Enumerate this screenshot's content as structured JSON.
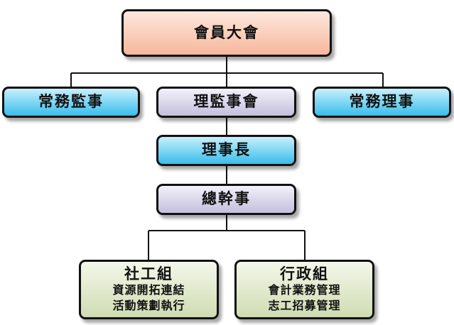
{
  "diagram": {
    "nodes": [
      {
        "id": "assembly",
        "title": "會員大會",
        "style": "peach"
      },
      {
        "id": "exec-supervisor",
        "title": "常務監事",
        "style": "cyan"
      },
      {
        "id": "board",
        "title": "理監事會",
        "style": "lavender"
      },
      {
        "id": "exec-director",
        "title": "常務理事",
        "style": "cyan"
      },
      {
        "id": "chairman",
        "title": "理事長",
        "style": "cyan"
      },
      {
        "id": "secretary-general",
        "title": "總幹事",
        "style": "lavender"
      },
      {
        "id": "social-work",
        "title": "社工組",
        "lines": [
          "資源開拓連結",
          "活動策劃執行"
        ],
        "style": "sage"
      },
      {
        "id": "admin",
        "title": "行政組",
        "lines": [
          "會計業務管理",
          "志工招募管理"
        ],
        "style": "sage"
      }
    ],
    "edges": [
      [
        "assembly",
        "exec-supervisor"
      ],
      [
        "assembly",
        "board"
      ],
      [
        "assembly",
        "exec-director"
      ],
      [
        "board",
        "chairman"
      ],
      [
        "chairman",
        "secretary-general"
      ],
      [
        "secretary-general",
        "social-work"
      ],
      [
        "secretary-general",
        "admin"
      ]
    ],
    "colors": {
      "peach": "#f7b79b",
      "cyan": "#38bdeb",
      "lavender": "#c3bfdd",
      "sage": "#cfdcb2",
      "line": "#111111"
    }
  }
}
